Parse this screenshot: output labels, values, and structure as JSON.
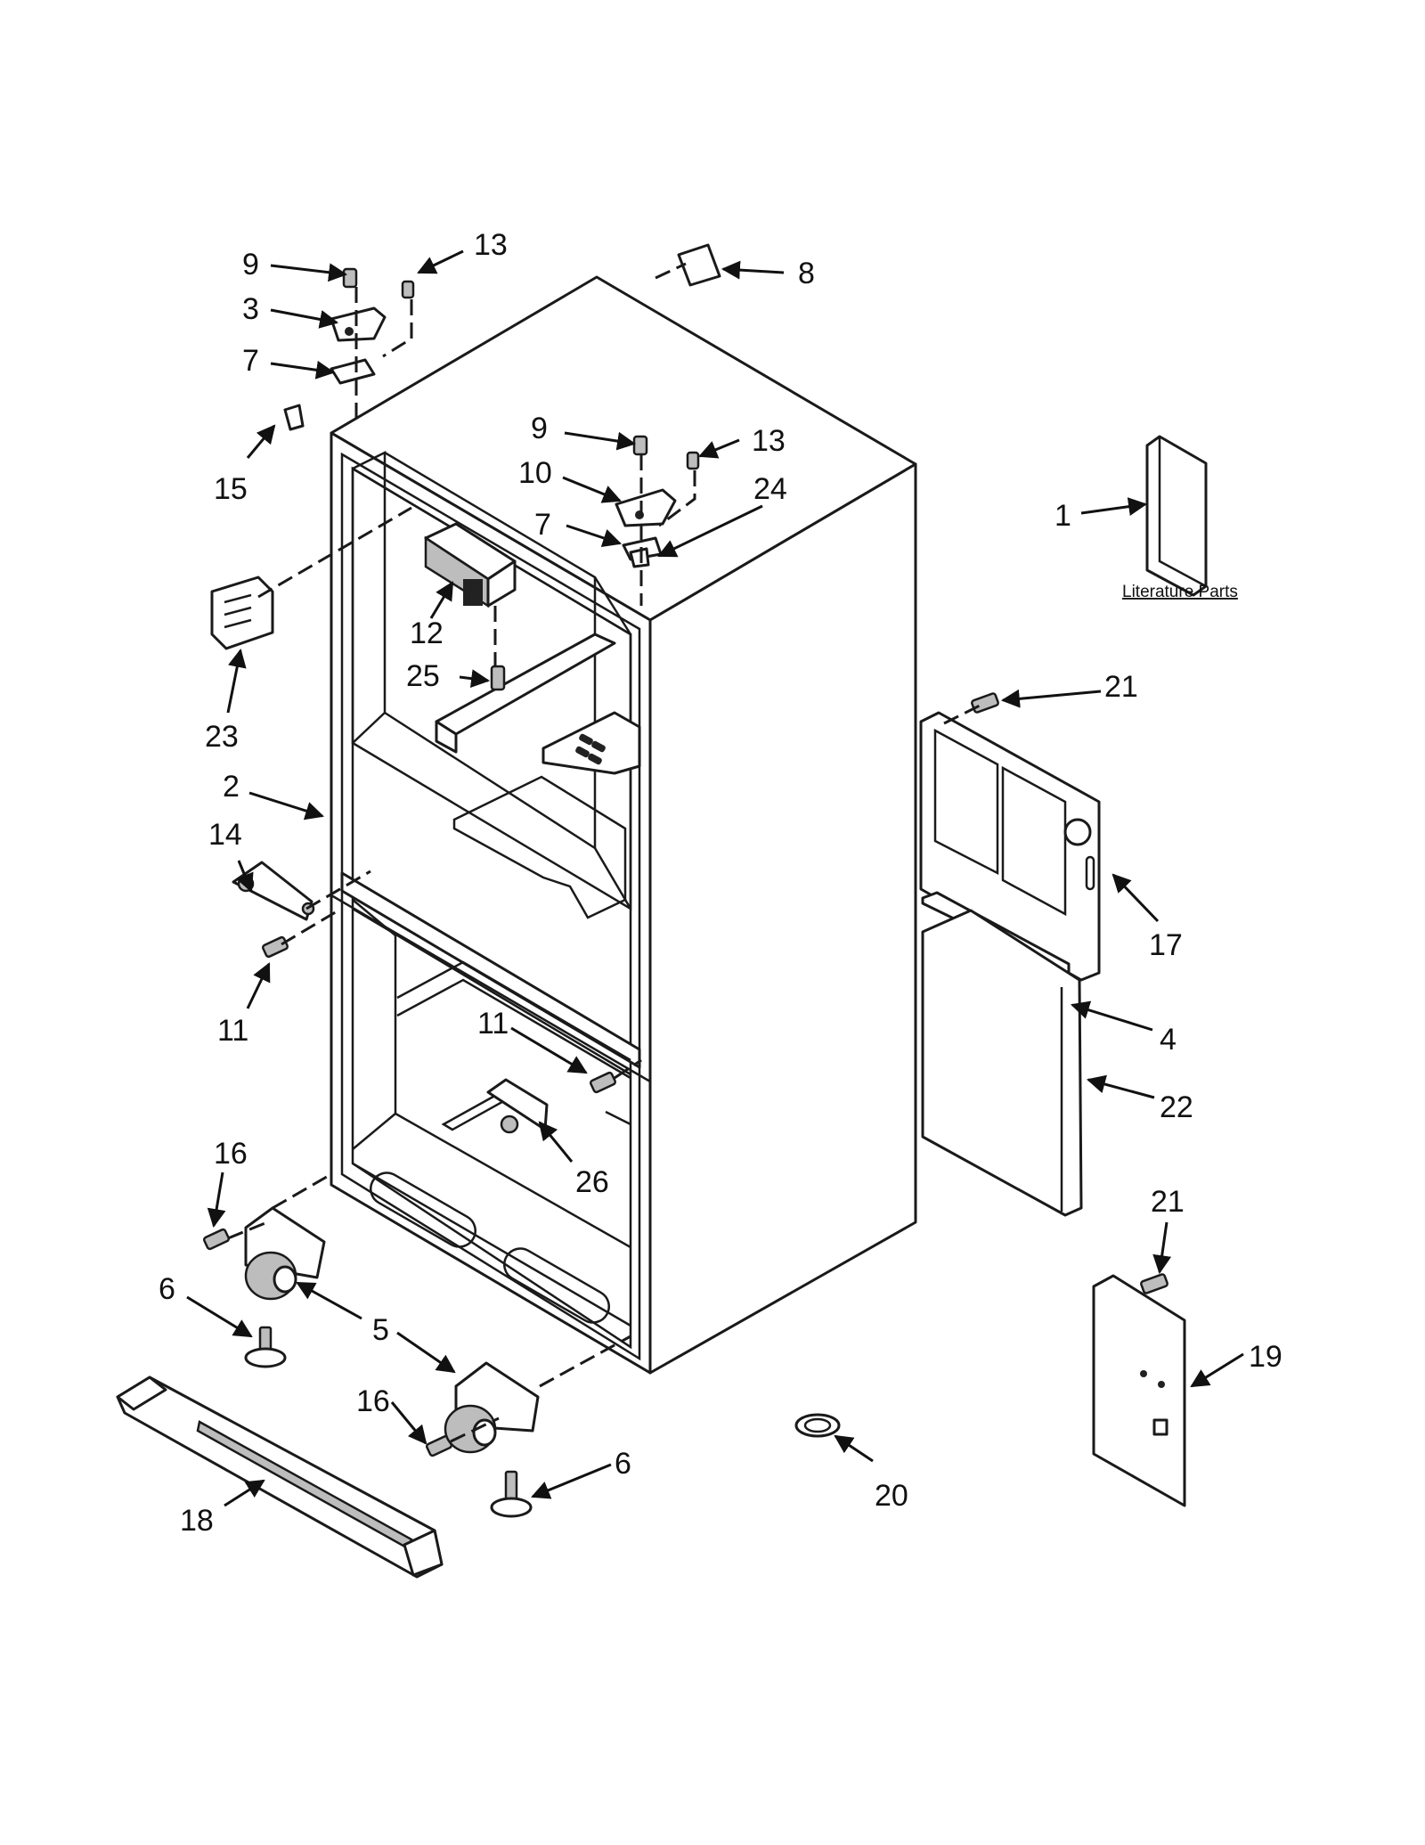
{
  "diagram": {
    "literature_label": "Literature Parts",
    "callouts": [
      {
        "id": "c9a",
        "label": "9"
      },
      {
        "id": "c13a",
        "label": "13"
      },
      {
        "id": "c8",
        "label": "8"
      },
      {
        "id": "c3",
        "label": "3"
      },
      {
        "id": "c7a",
        "label": "7"
      },
      {
        "id": "c15",
        "label": "15"
      },
      {
        "id": "c9b",
        "label": "9"
      },
      {
        "id": "c13b",
        "label": "13"
      },
      {
        "id": "c10",
        "label": "10"
      },
      {
        "id": "c7b",
        "label": "7"
      },
      {
        "id": "c24",
        "label": "24"
      },
      {
        "id": "c1",
        "label": "1"
      },
      {
        "id": "c12",
        "label": "12"
      },
      {
        "id": "c25",
        "label": "25"
      },
      {
        "id": "c23",
        "label": "23"
      },
      {
        "id": "c21a",
        "label": "21"
      },
      {
        "id": "c2",
        "label": "2"
      },
      {
        "id": "c14",
        "label": "14"
      },
      {
        "id": "c17",
        "label": "17"
      },
      {
        "id": "c4",
        "label": "4"
      },
      {
        "id": "c11a",
        "label": "11"
      },
      {
        "id": "c11b",
        "label": "11"
      },
      {
        "id": "c22",
        "label": "22"
      },
      {
        "id": "c26",
        "label": "26"
      },
      {
        "id": "c16a",
        "label": "16"
      },
      {
        "id": "c21b",
        "label": "21"
      },
      {
        "id": "c6a",
        "label": "6"
      },
      {
        "id": "c5",
        "label": "5"
      },
      {
        "id": "c19",
        "label": "19"
      },
      {
        "id": "c16b",
        "label": "16"
      },
      {
        "id": "c6b",
        "label": "6"
      },
      {
        "id": "c20",
        "label": "20"
      },
      {
        "id": "c18",
        "label": "18"
      }
    ]
  }
}
